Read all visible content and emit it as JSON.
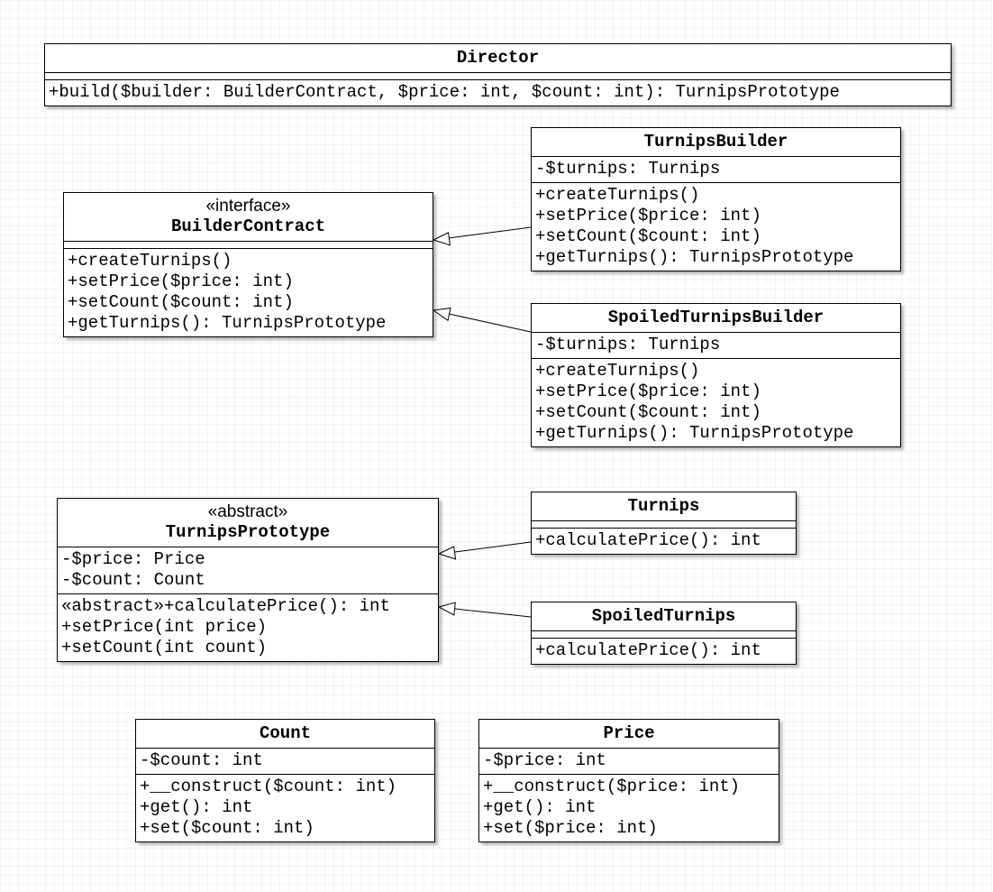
{
  "classes": {
    "director": {
      "name": "Director",
      "operations": [
        "+build($builder: BuilderContract, $price: int, $count: int): TurnipsPrototype"
      ]
    },
    "builder_contract": {
      "stereotype": "«interface»",
      "name": "BuilderContract",
      "operations": [
        "+createTurnips()",
        "+setPrice($price: int)",
        "+setCount($count: int)",
        "+getTurnips(): TurnipsPrototype"
      ]
    },
    "turnips_builder": {
      "name": "TurnipsBuilder",
      "attributes": [
        "-$turnips: Turnips"
      ],
      "operations": [
        "+createTurnips()",
        "+setPrice($price: int)",
        "+setCount($count: int)",
        "+getTurnips(): TurnipsPrototype"
      ]
    },
    "spoiled_turnips_builder": {
      "name": "SpoiledTurnipsBuilder",
      "attributes": [
        "-$turnips: Turnips"
      ],
      "operations": [
        "+createTurnips()",
        "+setPrice($price: int)",
        "+setCount($count: int)",
        "+getTurnips(): TurnipsPrototype"
      ]
    },
    "turnips_prototype": {
      "stereotype": "«abstract»",
      "name": "TurnipsPrototype",
      "attributes": [
        "-$price: Price",
        "-$count: Count"
      ],
      "operations": [
        "«abstract»+calculatePrice(): int",
        "+setPrice(int price)",
        "+setCount(int count)"
      ]
    },
    "turnips": {
      "name": "Turnips",
      "operations": [
        "+calculatePrice(): int"
      ]
    },
    "spoiled_turnips": {
      "name": "SpoiledTurnips",
      "operations": [
        "+calculatePrice(): int"
      ]
    },
    "count": {
      "name": "Count",
      "attributes": [
        "-$count: int"
      ],
      "operations": [
        "+__construct($count: int)",
        "+get(): int",
        "+set($count: int)"
      ]
    },
    "price": {
      "name": "Price",
      "attributes": [
        "-$price: int"
      ],
      "operations": [
        "+__construct($price: int)",
        "+get(): int",
        "+set($price: int)"
      ]
    }
  },
  "relations": [
    {
      "type": "realization",
      "from": "TurnipsBuilder",
      "to": "BuilderContract"
    },
    {
      "type": "realization",
      "from": "SpoiledTurnipsBuilder",
      "to": "BuilderContract"
    },
    {
      "type": "generalization",
      "from": "Turnips",
      "to": "TurnipsPrototype"
    },
    {
      "type": "generalization",
      "from": "SpoiledTurnips",
      "to": "TurnipsPrototype"
    }
  ]
}
